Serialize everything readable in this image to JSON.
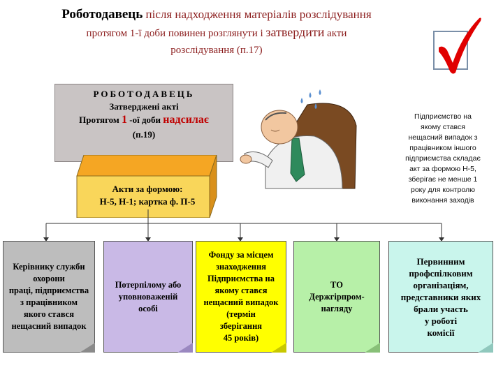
{
  "header": {
    "line1_bold": "Роботодавець",
    "line1_rest": " після надходження матеріалів розслідування",
    "line2_a": "протягом 1-ї доби повинен розглянути і ",
    "line2_big": "затвердити",
    "line2_b": " акти",
    "line3": "розслідування (п.17)"
  },
  "top_box": {
    "title": "РОБОТОДАВЕЦЬ",
    "line2": "Затверджені акті",
    "line3_a": "Протягом ",
    "line3_red1": "1",
    "line3_b": " -ої доби ",
    "line3_red2": "надсилає",
    "line4": "(п.19)"
  },
  "platform_text": {
    "line1": "Акти за формою:",
    "line2": "Н-5, Н-1; картка ф. П-5"
  },
  "right_note": {
    "lines": [
      "Підприємство на",
      "якому стався",
      "нещасний випадок з",
      "працівником іншого",
      "підприємства складає",
      "акт за формою Н-5,",
      "зберігає не менше 1",
      "року для контролю",
      "виконання заходів"
    ]
  },
  "recipients": [
    {
      "lines": [
        "Керівнику служби",
        "охорони",
        "праці, підприємства",
        "з працівником",
        "якого стався",
        "нещасний випадок"
      ],
      "color": "#bdbdbd"
    },
    {
      "lines": [
        "Потерпілому або",
        "уповноваженій",
        "особі"
      ],
      "color": "#c9b9e6"
    },
    {
      "lines": [
        "Фонду за місцем",
        "знаходження",
        "Підприємства на",
        "якому стався",
        "нещасний випадок",
        "(термін",
        "зберігання",
        "45 років)"
      ],
      "color": "#ffff00"
    },
    {
      "lines": [
        "ТО",
        "Держгірпром-",
        "нагляду"
      ],
      "color": "#b7f0a8"
    },
    {
      "lines": [
        "Первинним",
        "профспілковим",
        "організаціям,",
        "представники яких",
        "брали участь",
        "у роботі",
        "комісії"
      ],
      "color": "#c9f5ec"
    }
  ],
  "colors": {
    "header_text": "#8b1c1c",
    "check_red": "#e00000",
    "platform_orange": "#f5a623",
    "platform_yellow": "#f9d65a"
  }
}
